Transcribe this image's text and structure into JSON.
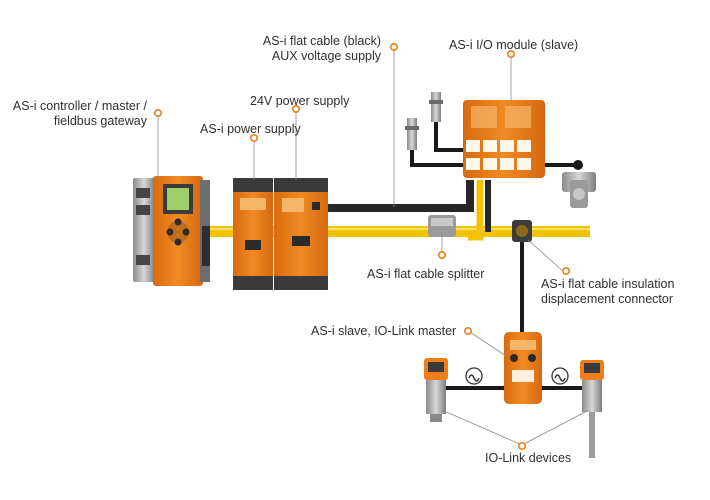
{
  "labels": {
    "controller": [
      "AS-i controller / master /",
      "fieldbus gateway"
    ],
    "aux_cable": [
      "AS-i flat cable (black)",
      "AUX voltage supply"
    ],
    "io_module": "AS-i I/O module (slave)",
    "power_24v": "24V power supply",
    "asi_power": "AS-i power supply",
    "splitter": "AS-i flat cable splitter",
    "idc": [
      "AS-i flat cable insulation",
      "displacement connector"
    ],
    "iolink_master": "AS-i slave, IO-Link master",
    "iolink_devices": "IO-Link devices"
  },
  "colors": {
    "accent": "#f07d1a",
    "device_orange": "#ef7f1a",
    "yellow_cable": "#f2c300",
    "black_cable": "#1c1c1c",
    "text": "#2f2f2f"
  },
  "icons": [
    "iolink-symbol-icon",
    "iolink-symbol-icon"
  ]
}
